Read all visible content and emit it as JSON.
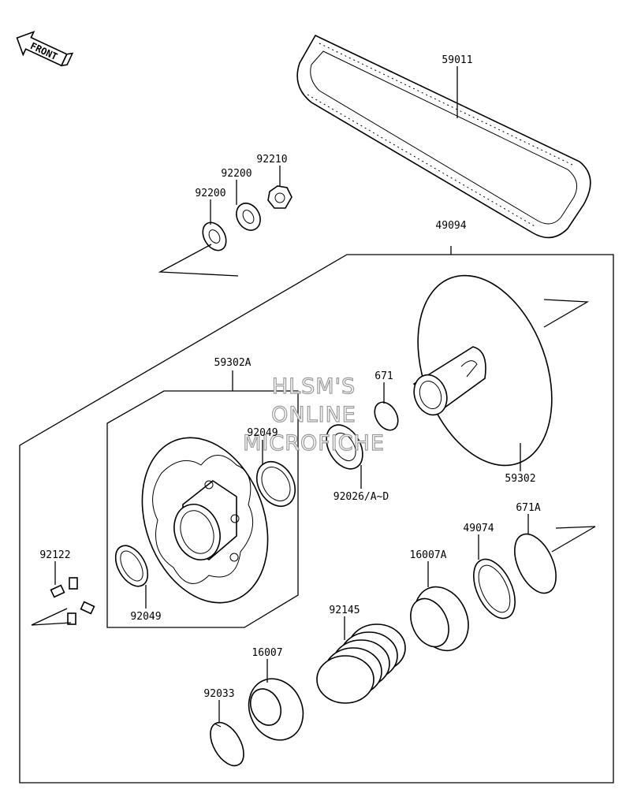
{
  "front_arrow": {
    "label": "FRONT",
    "icon": "front-direction-arrow-icon"
  },
  "watermark": {
    "lines": [
      "HLSM'S",
      "ONLINE",
      "MICROFICHE"
    ],
    "color": "#9a9a9a"
  },
  "labels": {
    "belt": "59011",
    "nut": "92210",
    "washer_small": "92200",
    "washer_large": "92200",
    "driven_assembly": "49094",
    "sheave_sub": "59302A",
    "o_ring_upper": "671",
    "bearing_upper": "92049",
    "shim": "92026/A~D",
    "fixed_sheave": "59302",
    "grease_fitting": "92122",
    "bearing_left": "92049",
    "o_ring_lower": "671A",
    "ring": "49074",
    "cam_a": "16007A",
    "spring": "92145",
    "cam": "16007",
    "circlip": "92033"
  }
}
